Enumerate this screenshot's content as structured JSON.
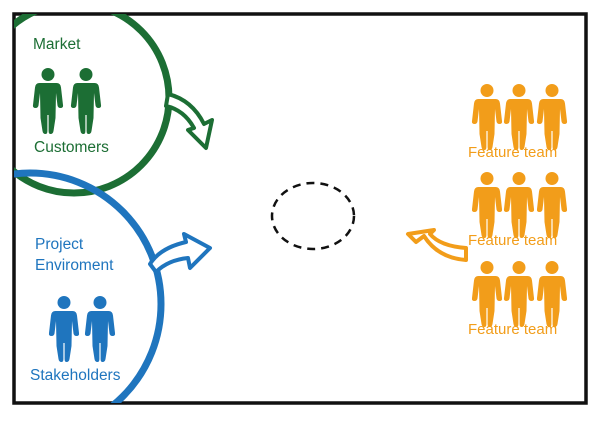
{
  "colors": {
    "market": "#1c6e34",
    "project": "#1f75be",
    "team": "#f29d1a",
    "frame": "#111111",
    "background": "#ffffff"
  },
  "market": {
    "title": "Market",
    "group_label": "Customers",
    "person_count": 2
  },
  "project": {
    "title_line1": "Project",
    "title_line2": "Enviroment",
    "group_label": "Stakeholders",
    "person_count": 2
  },
  "teams": [
    {
      "label": "Feature team",
      "person_count": 3
    },
    {
      "label": "Feature team",
      "person_count": 3
    },
    {
      "label": "Feature team",
      "person_count": 3
    }
  ],
  "icons": {
    "person": "person-icon",
    "arrow": "curved-arrow-icon",
    "center": "dashed-ellipse"
  }
}
